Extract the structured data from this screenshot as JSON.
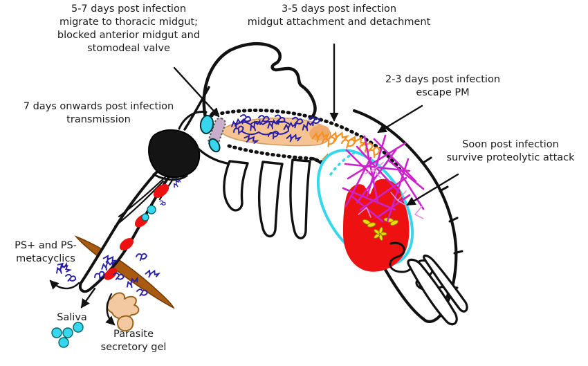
{
  "annotations": [
    {
      "name": "migrate-blocked",
      "lines": [
        "5-7 days post infection",
        "migrate to thoracic midgut;",
        "blocked anterior midgut and",
        "stomodeal valve"
      ]
    },
    {
      "name": "midgut-attachment",
      "lines": [
        "3-5 days post infection",
        "midgut attachment and detachment"
      ]
    },
    {
      "name": "escape-pm",
      "lines": [
        "2-3 days post infection",
        "escape PM"
      ]
    },
    {
      "name": "survive-proteolytic",
      "lines": [
        "Soon post infection",
        "survive proteolytic attack"
      ]
    },
    {
      "name": "transmission",
      "lines": [
        "7 days onwards post infection",
        "transmission"
      ]
    },
    {
      "name": "metacyclics",
      "lines": [
        "PS+ and PS-",
        "metacyclics"
      ]
    },
    {
      "name": "saliva",
      "lines": [
        "Saliva"
      ]
    },
    {
      "name": "secretory-gel",
      "lines": [
        "Parasite",
        "secretory gel"
      ]
    }
  ],
  "colors": {
    "outline_black": "#111111",
    "parasite_blue": "#2A1FA8",
    "parasite_orange": "#F59122",
    "parasite_magenta": "#CC22CC",
    "parasite_pink": "#E591DD",
    "blood_red": "#EE1111",
    "pm_cyan": "#35D6EE",
    "saliva_cyan": "#35D6EE",
    "midgut_tan": "#F6C493",
    "midgut_tan_dark": "#EFA96B",
    "valve_mauve": "#C9AECB",
    "skin_brown": "#A85B10",
    "gel_tan": "#F2C9A0",
    "amastigote_yellow": "#F2DC00"
  }
}
